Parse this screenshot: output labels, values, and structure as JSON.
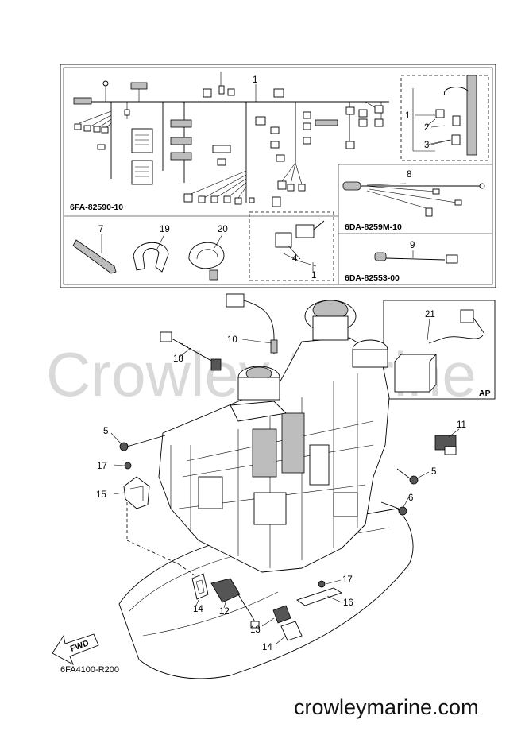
{
  "inset": {
    "harness_code": "6FA-82590-10",
    "sensor_lead_code": "6DA-8259M-10",
    "lead_code": "6DA-82553-00",
    "ap_label": "AP"
  },
  "callouts": {
    "c1a": "1",
    "c1b": "1",
    "c1c": "1",
    "c2": "2",
    "c3": "3",
    "c4": "4",
    "c5a": "5",
    "c5b": "5",
    "c6": "6",
    "c7": "7",
    "c8": "8",
    "c9": "9",
    "c10": "10",
    "c11": "11",
    "c12": "12",
    "c13": "13",
    "c14a": "14",
    "c14b": "14",
    "c15": "15",
    "c16": "16",
    "c17a": "17",
    "c17b": "17",
    "c18": "18",
    "c19": "19",
    "c20": "20",
    "c21": "21"
  },
  "fwd_label": "FWD",
  "drawing_code": "6FA4100-R200",
  "watermark": "Crowley Marine",
  "site_url": "crowleymarine.com"
}
